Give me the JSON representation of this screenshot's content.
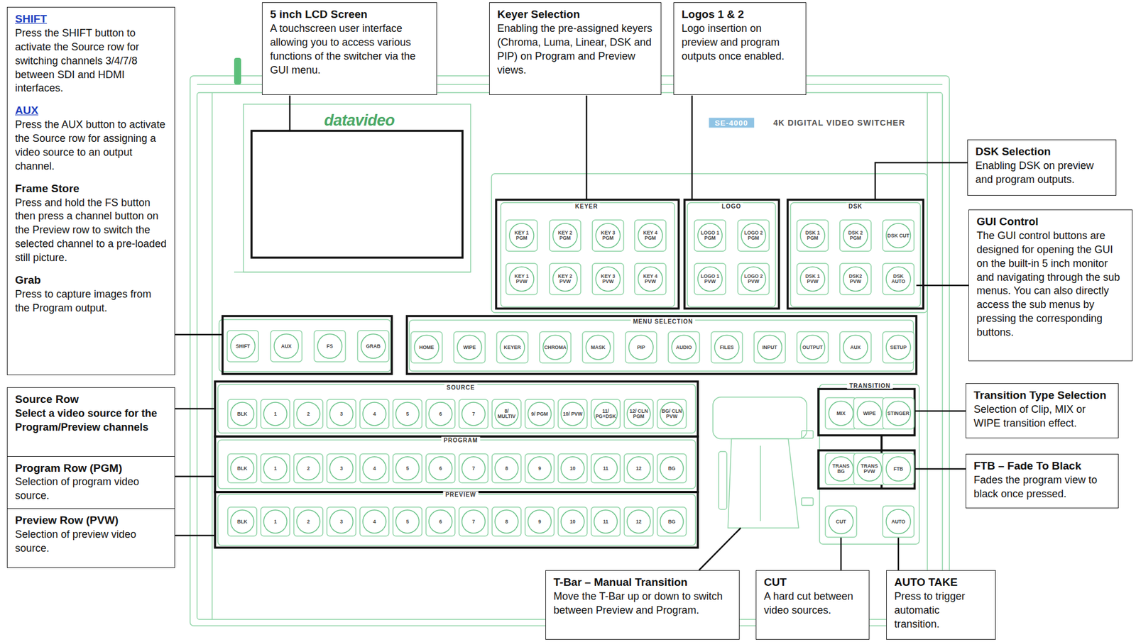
{
  "diagram": {
    "nodes": [
      {
        "text": [
          "SHIFT",
          "Press the SHIFT button to activate the Source row for switching channels 3/4/7/8 between SDI and HDMI interfaces.",
          "AUX",
          "Press the AUX button to activate the Source row for assigning a video source to an output channel.",
          "Frame Store",
          "Press and hold the FS button then press a channel button on the Preview row to switch the selected channel to a pre-loaded still picture.",
          "Grab",
          "Press to capture images from the Program output."
        ]
      },
      {
        "text": [
          "Source Row",
          "Select a video source for the Program/Preview channels"
        ]
      },
      {
        "text": [
          "Program Row (PGM)",
          "Selection of program video source."
        ]
      },
      {
        "text": [
          "Preview Row (PVW)",
          "Selection of preview video source."
        ]
      },
      {
        "text": [
          "5 inch LCD Screen",
          "A touchscreen user interface allowing you to access various functions of the switcher via the GUI menu."
        ]
      },
      {
        "text": [
          "Keyer Selection",
          "Enabling the pre-assigned keyers (Chroma, Luma, Linear, DSK and PIP) on Program and Preview views."
        ]
      },
      {
        "text": [
          "Logos 1 & 2",
          "Logo insertion on preview and program outputs once enabled."
        ]
      },
      {
        "text": [
          "DSK Selection",
          "Enabling DSK on preview and program outputs."
        ]
      },
      {
        "text": [
          "GUI Control",
          "The GUI control buttons are designed for opening the GUI on the built-in 5 inch monitor and navigating through the sub menus. You can also directly access the sub menus by pressing the corresponding buttons."
        ]
      },
      {
        "text": [
          "Transition Type Selection",
          "Selection of Clip, MIX or WIPE transition effect."
        ]
      },
      {
        "text": [
          "FTB – Fade To Black",
          "Fades the program view to black once pressed."
        ]
      },
      {
        "text": [
          "T-Bar – Manual Transition",
          "Move the T-Bar up or down to switch between Preview and Program."
        ]
      },
      {
        "text": [
          "CUT",
          "A hard cut between video sources."
        ]
      },
      {
        "text": [
          "AUTO TAKE",
          "Press to trigger automatic transition."
        ]
      }
    ],
    "labels": [
      "datavideo",
      "SE-4000",
      "4K DIGITAL VIDEO SWITCHER",
      "KEYER",
      "KEY 1 PGM",
      "KEY 2 PGM",
      "KEY 3 PGM",
      "KEY 4 PGM",
      "KEY 1 PVW",
      "KEY 2 PVW",
      "KEY 3 PVW",
      "KEY 4 PVW",
      "LOGO",
      "LOGO 1 PGM",
      "LOGO 2 PGM",
      "LOGO 1 PVW",
      "LOGO 2 PVW",
      "DSK",
      "DSK 1 PGM",
      "DSK 2 PGM",
      "DSK CUT",
      "DSK 1 PVW",
      "DSK2 PVW",
      "DSK AUTO",
      "SHIFT",
      "AUX",
      "FS",
      "GRAB",
      "MENU SELECTION",
      "HOME",
      "WIPE",
      "KEYER",
      "CHROMA",
      "MASK",
      "PIP",
      "AUDIO",
      "FILES",
      "INPUT",
      "OUTPUT",
      "AUX",
      "SETUP",
      "SOURCE",
      "BLK",
      "1",
      "2",
      "3",
      "4",
      "5",
      "6",
      "7",
      "8/ MULTIV",
      "9/ PGM",
      "10/ PVW",
      "11/ PG+DSK",
      "12/ CLN PGM",
      "BG/ CLN PVW",
      "PROGRAM",
      "BLK",
      "1",
      "2",
      "3",
      "4",
      "5",
      "6",
      "7",
      "8",
      "9",
      "10",
      "11",
      "12",
      "BG",
      "PREVIEW",
      "BLK",
      "1",
      "2",
      "3",
      "4",
      "5",
      "6",
      "7",
      "8",
      "9",
      "10",
      "11",
      "12",
      "BG",
      "TRANSITION",
      "MIX",
      "WIPE",
      "STINGER",
      "TRANS BG",
      "TRANS PVW",
      "FTB",
      "CUT",
      "AUTO"
    ]
  }
}
